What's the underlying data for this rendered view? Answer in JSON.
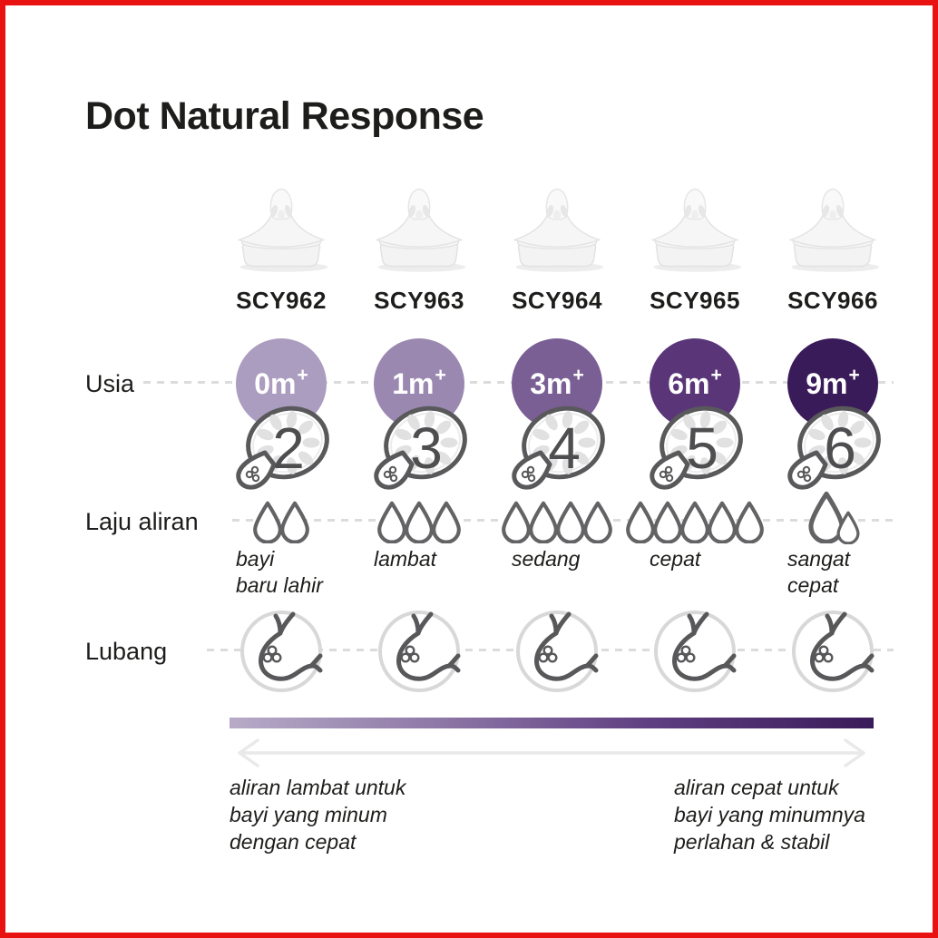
{
  "header": {
    "title": "Dot Natural Response"
  },
  "row_labels": {
    "age": "Usia",
    "flow": "Laju aliran",
    "hole": "Lubang"
  },
  "columns": [
    {
      "code": "SCY962",
      "age_num": "0m",
      "age_plus": "+",
      "age_color": "#ab9dbf",
      "teat_number": "2",
      "drop_count": 2,
      "flow_line1": "bayi",
      "flow_line2": "baru lahir"
    },
    {
      "code": "SCY963",
      "age_num": "1m",
      "age_plus": "+",
      "age_color": "#9b88b1",
      "teat_number": "3",
      "drop_count": 3,
      "flow_line1": "lambat",
      "flow_line2": ""
    },
    {
      "code": "SCY964",
      "age_num": "3m",
      "age_plus": "+",
      "age_color": "#7a5f95",
      "teat_number": "4",
      "drop_count": 4,
      "flow_line1": "sedang",
      "flow_line2": ""
    },
    {
      "code": "SCY965",
      "age_num": "6m",
      "age_plus": "+",
      "age_color": "#5a3679",
      "teat_number": "5",
      "drop_count": 5,
      "flow_line1": "cepat",
      "flow_line2": ""
    },
    {
      "code": "SCY966",
      "age_num": "9m",
      "age_plus": "+",
      "age_color": "#3a1b59",
      "teat_number": "6",
      "drop_count": "1 large + 1 small",
      "flow_line1": "sangat",
      "flow_line2": "cepat"
    }
  ],
  "scale": {
    "gradient_from": "#b7abc7",
    "gradient_to": "#3a1b59",
    "left_line1": "aliran lambat untuk",
    "left_line2": "bayi yang minum",
    "left_line3": "dengan cepat",
    "right_line1": "aliran cepat untuk",
    "right_line2": "bayi yang minumnya",
    "right_line3": "perlahan & stabil"
  },
  "frame_color": "#e81212",
  "icon_colors": {
    "icon_stroke": "#58585a",
    "light_ring": "#d8d8d8",
    "dash": "#dcdcdc",
    "arrow": "#e9e9e9"
  }
}
